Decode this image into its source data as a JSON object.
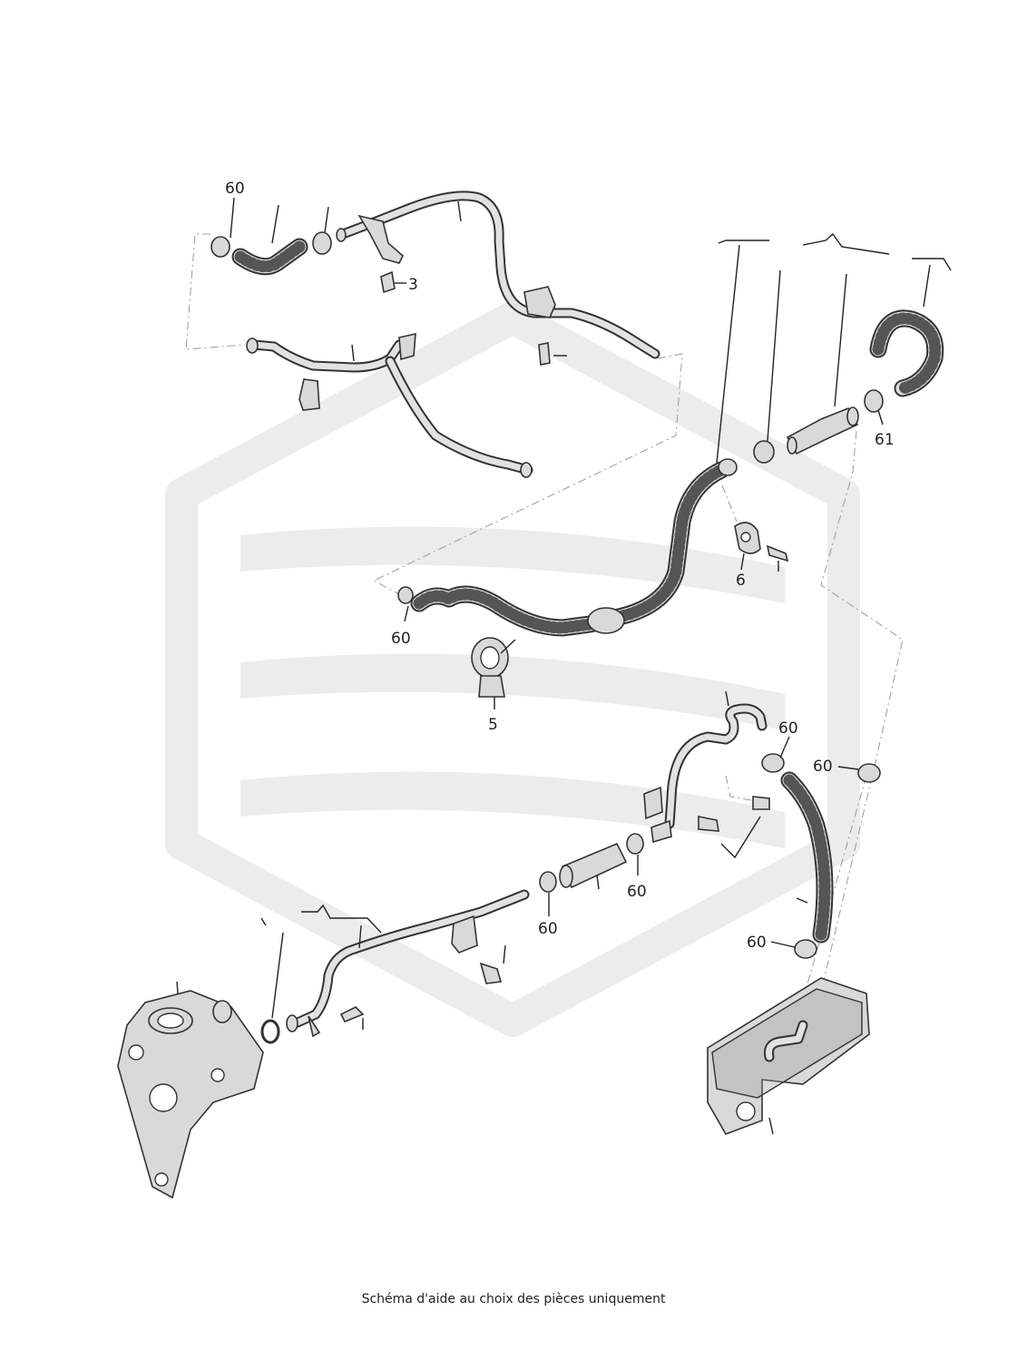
{
  "labels": {
    "hose_clamp": "60",
    "hose_clamp_small": "61",
    "bolt": "3",
    "clip_bracket": "6",
    "retaining_clip": "5"
  },
  "caption": "Schéma d'aide au choix des pièces uniquement",
  "colors": {
    "line": "#333333",
    "part_fill": "#d9d9d9",
    "watermark": "#ececec",
    "text": "#222222"
  }
}
